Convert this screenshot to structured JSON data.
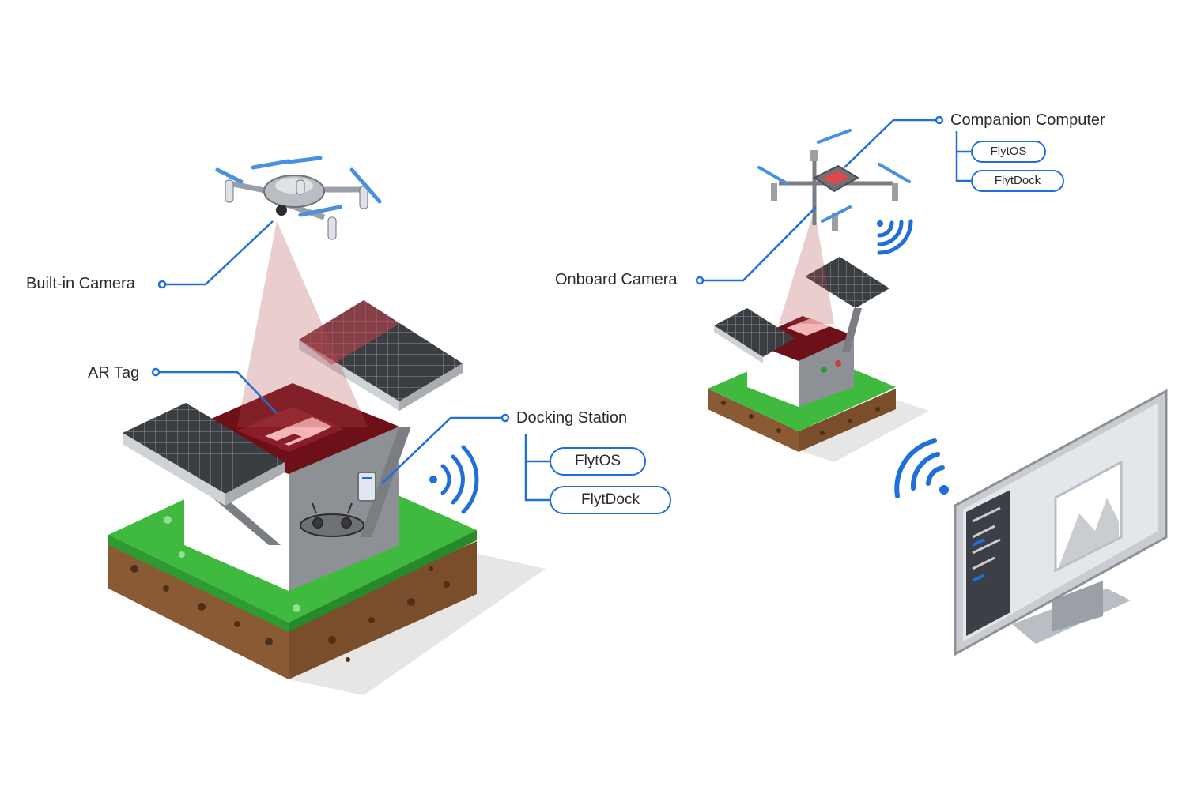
{
  "colors": {
    "accent": "#1e6fd9",
    "grass": "#3fba3f",
    "soil": "#8a5a34",
    "beam": "#b54a4a"
  },
  "icons": [
    "drone-icon",
    "wifi-icon",
    "solar-panel-icon",
    "monitor-icon",
    "remote-controller-icon",
    "mountain-image-icon"
  ],
  "left_system": {
    "camera_label": "Built-in Camera",
    "tag_label": "AR Tag",
    "station_label": "Docking Station",
    "station_software": [
      "FlytOS",
      "FlytDock"
    ]
  },
  "right_system": {
    "computer_label": "Companion Computer",
    "computer_software": [
      "FlytOS",
      "FlytDock"
    ],
    "camera_label": "Onboard Camera"
  }
}
